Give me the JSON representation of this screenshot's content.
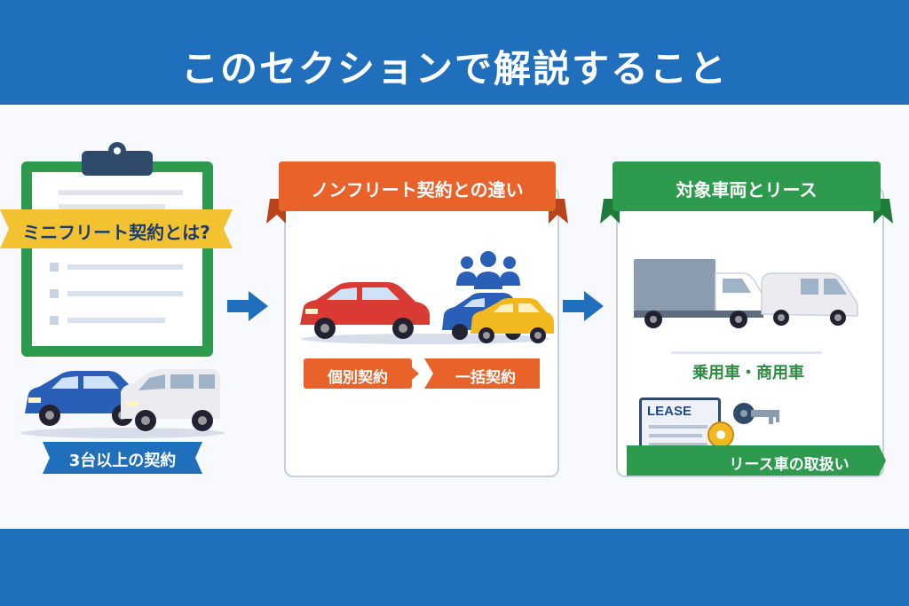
{
  "title": "このセクションで解説すること",
  "sections": [
    {
      "heading": "ミニフリート契約とは?",
      "caption": "3台以上の契約"
    },
    {
      "heading": "ノンフリート契約との違い",
      "tags": [
        "個別契約",
        "一括契約"
      ]
    },
    {
      "heading": "対象車両とリース",
      "vehicle_types": "乗用車・商用車",
      "lease_doc": "LEASE",
      "lease_caption": "リース車の取扱い"
    }
  ],
  "colors": {
    "brand_blue": "#1f6fbd",
    "green": "#2e9a4e",
    "orange": "#e8622a",
    "yellow": "#f2c230",
    "red_car": "#d93a33",
    "blue_car": "#2a5fb8",
    "yellow_car": "#f2b81f"
  },
  "icons": [
    "clipboard-icon",
    "arrow-right-icon",
    "people-icon",
    "truck-icon",
    "van-icon",
    "lease-document-icon",
    "key-icon"
  ]
}
